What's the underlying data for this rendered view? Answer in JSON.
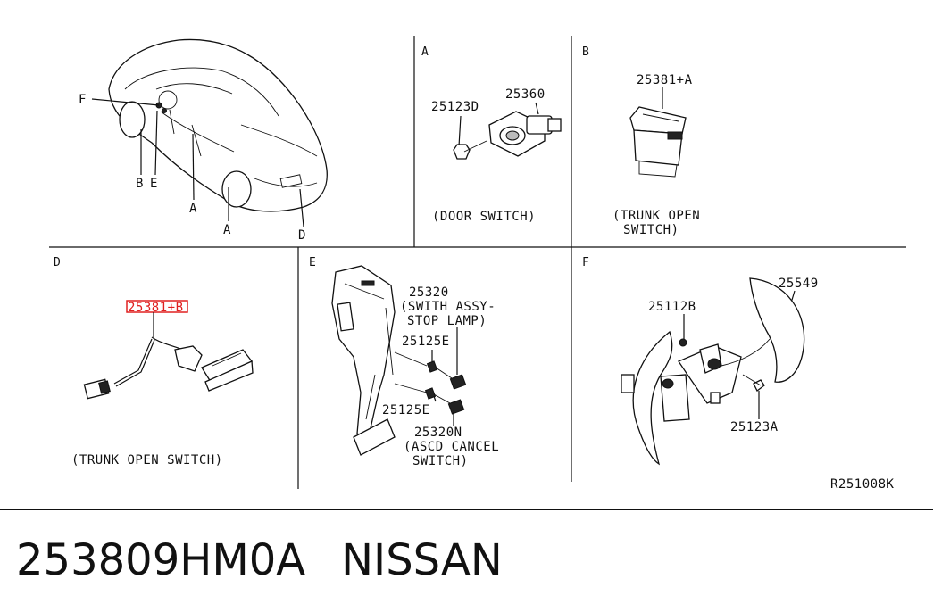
{
  "sections": {
    "A": {
      "letter": "A",
      "parts": [
        "25123D",
        "25360"
      ],
      "caption": "(DOOR SWITCH)"
    },
    "B": {
      "letter": "B",
      "parts": [
        "25381+A"
      ],
      "caption_lines": [
        "(TRUNK OPEN",
        "SWITCH)"
      ]
    },
    "D": {
      "letter": "D",
      "parts": [
        "25381+B"
      ],
      "caption": "(TRUNK OPEN SWITCH)"
    },
    "E": {
      "letter": "E",
      "parts": [
        "25125E",
        "25125E"
      ],
      "label_25320_lines": [
        "25320",
        "(SWITH ASSY-",
        "STOP LAMP)"
      ],
      "label_25320N_lines": [
        "25320N",
        "(ASCD CANCEL",
        "SWITCH)"
      ]
    },
    "F": {
      "letter": "F",
      "parts": [
        "25112B",
        "25549",
        "25123A"
      ]
    }
  },
  "car_callouts": [
    "F",
    "B",
    "E",
    "A",
    "A",
    "D"
  ],
  "drawing_id": "R251008K",
  "highlight_color": "#e02020",
  "footer": {
    "part_number": "253809HM0A",
    "brand": "NISSAN"
  }
}
